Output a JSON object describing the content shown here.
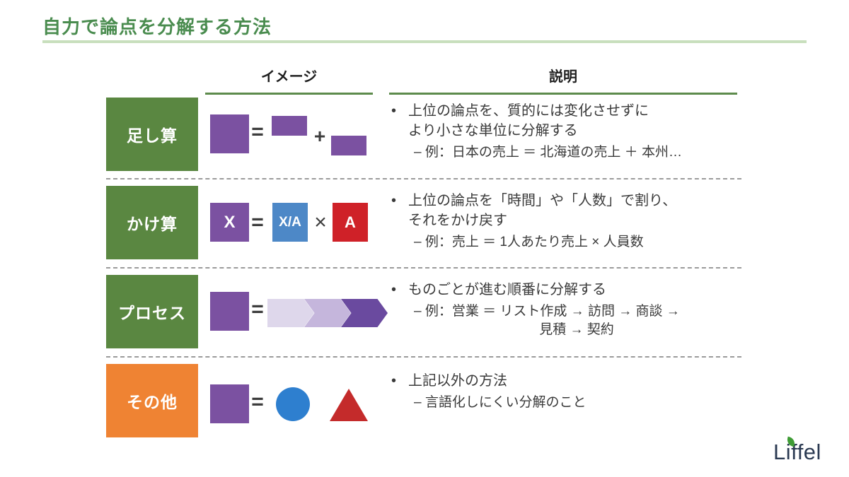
{
  "title": "自力で論点を分解する方法",
  "header": {
    "image_col": "イメージ",
    "desc_col": "説明"
  },
  "bullet_char": "•",
  "operators": {
    "equals": "=",
    "plus": "+",
    "times": "×"
  },
  "rows": [
    {
      "label": "足し算",
      "desc_line1": "上位の論点を、質的には変化させずに",
      "desc_line2": "より小さな単位に分解する",
      "example_line1": "– 例：日本の売上 ＝ 北海道の売上 ＋ 本州…"
    },
    {
      "label": "かけ算",
      "shape_x": "X",
      "shape_xa": "X/A",
      "shape_a": "A",
      "desc_line1": "上位の論点を「時間」や「人数」で割り、",
      "desc_line2": "それをかけ戻す",
      "example_line1": "– 例：売上 ＝ 1人あたり売上 × 人員数"
    },
    {
      "label": "プロセス",
      "desc_line1": "ものごとが進む順番に分解する",
      "example_line1": "– 例：営業 ＝ リスト作成 → 訪問 → 商談 →",
      "example_line2": "見積 → 契約"
    },
    {
      "label": "その他",
      "desc_line1": "上記以外の方法",
      "example_line1": "– 言語化しにくい分解のこと"
    }
  ],
  "logo": {
    "part1": "L",
    "part2": "i",
    "part3": "ffel"
  },
  "colors": {
    "title_green": "#4a8c4f",
    "underline_light_green": "#c8dfbd",
    "header_underline_green": "#5d8b4c",
    "label_green": "#5a8741",
    "label_orange": "#ef8333",
    "purple": "#7b51a1",
    "blue_square": "#4d88c7",
    "red_square": "#cf2128",
    "blue_circle": "#2e7fcf",
    "red_triangle": "#c42b2b",
    "chevron_light": "#ded7eb",
    "chevron_mid": "#c5b6dc",
    "chevron_dark": "#6a4a9f"
  }
}
